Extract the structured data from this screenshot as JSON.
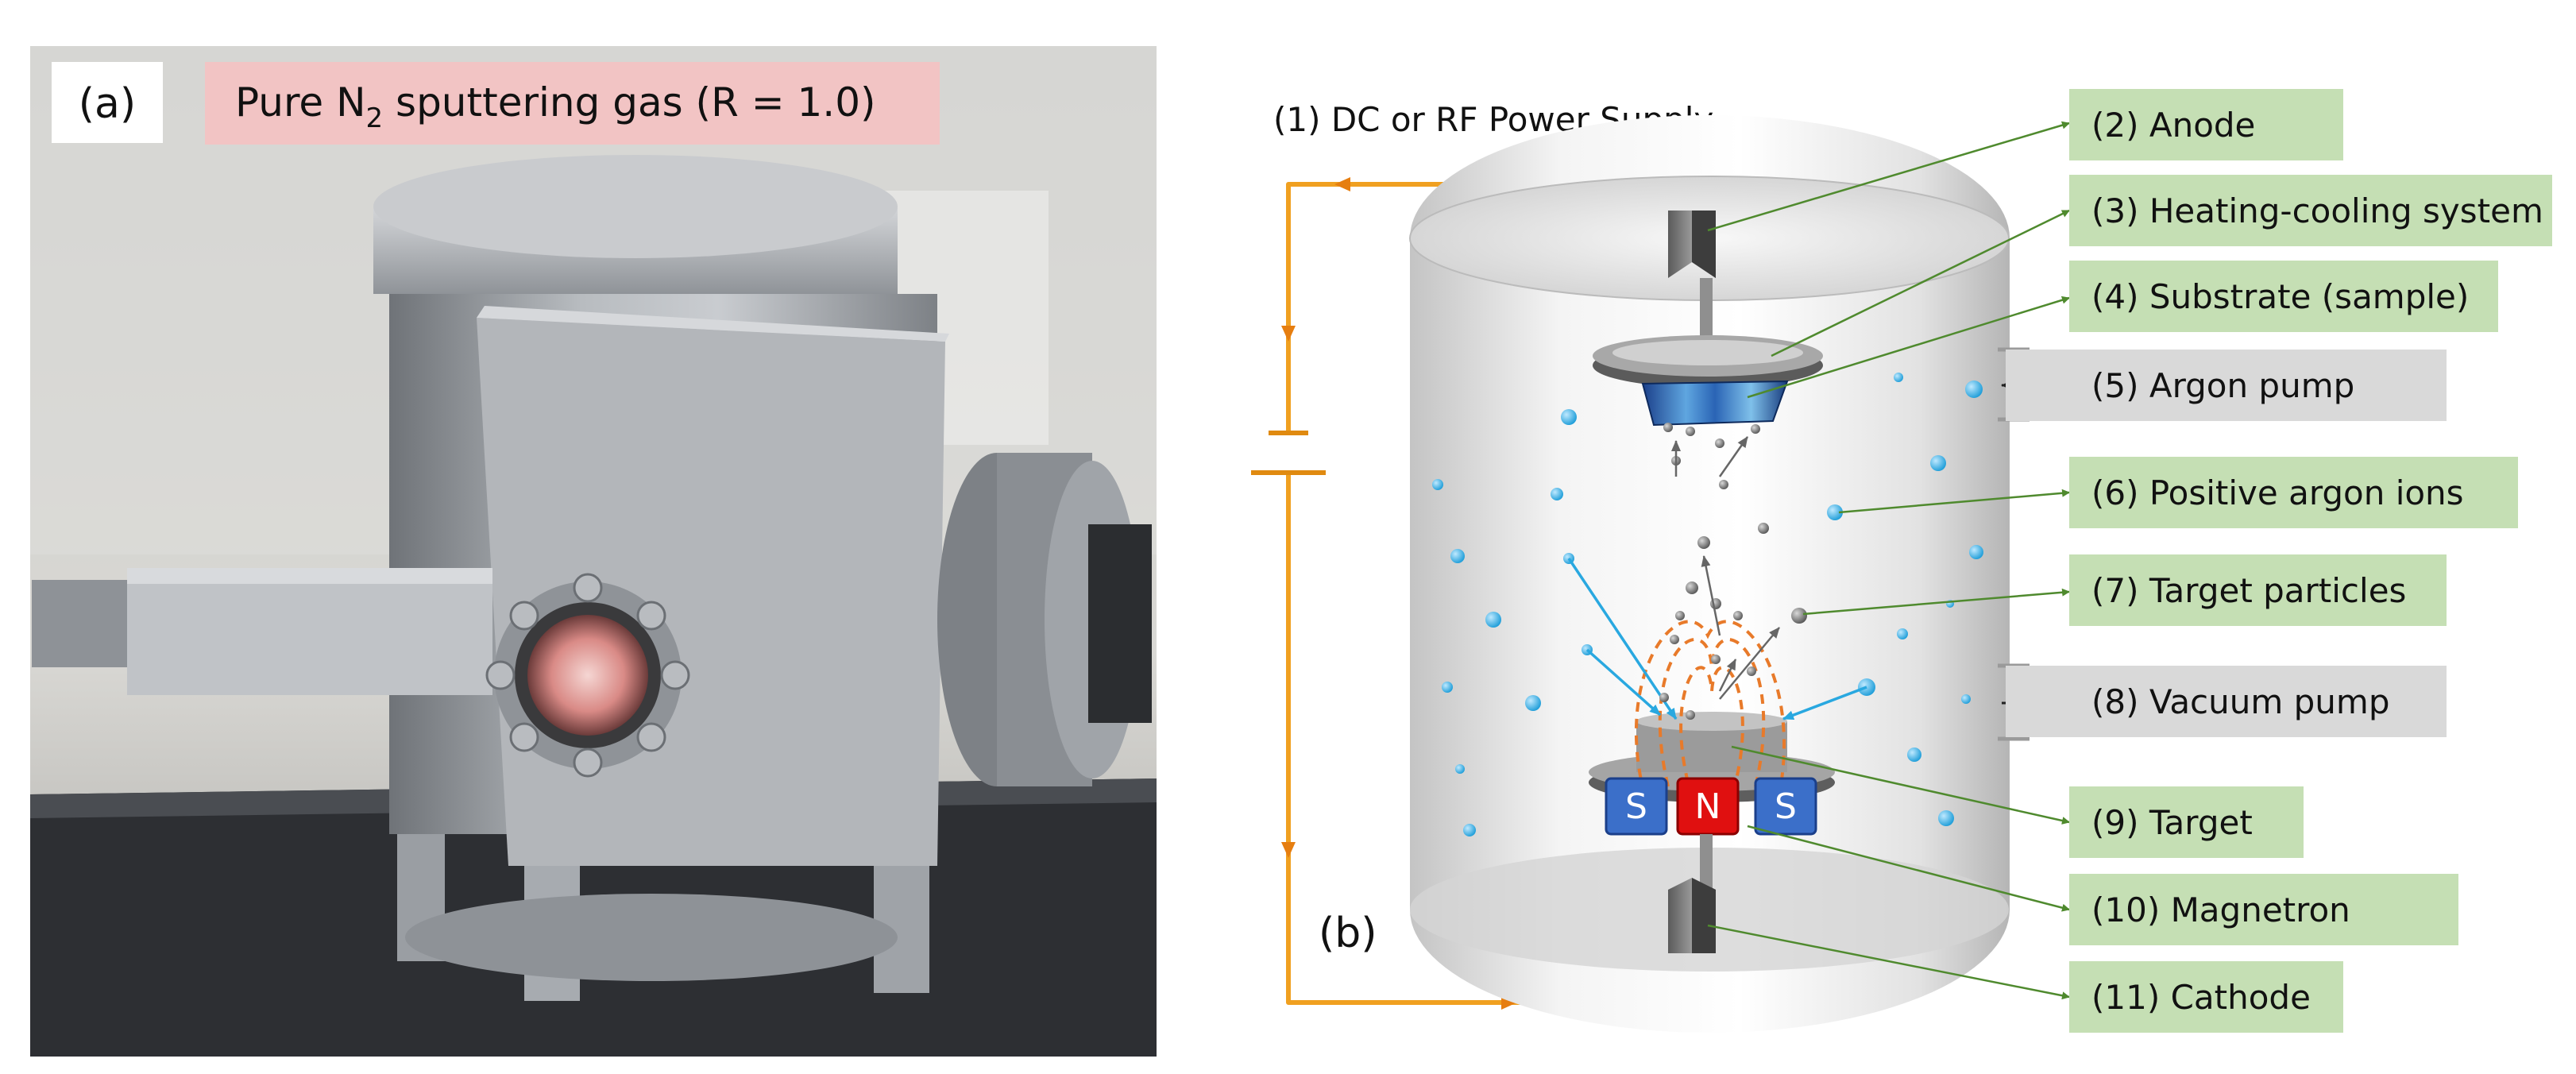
{
  "panel_a": {
    "tag": "(a)",
    "caption": {
      "prefix": "Pure N",
      "subscript": "2",
      "suffix": " sputtering gas (R = 1.0)"
    },
    "caption_color": "#f2c4c4"
  },
  "panel_b": {
    "tag": "(b)",
    "power_supply_label": "(1) DC or RF Power Supply",
    "callouts": [
      {
        "id": "anode",
        "text": "(2) Anode",
        "fill": "#c5dfb4"
      },
      {
        "id": "heating",
        "text": "(3) Heating-cooling system",
        "fill": "#c5dfb4"
      },
      {
        "id": "substrate",
        "text": "(4) Substrate (sample)",
        "fill": "#c5dfb4"
      },
      {
        "id": "argon-pump",
        "text": "(5) Argon pump",
        "fill": "#d9d9d9"
      },
      {
        "id": "ions",
        "text": "(6) Positive argon ions",
        "fill": "#c5dfb4"
      },
      {
        "id": "particles",
        "text": "(7) Target particles",
        "fill": "#c5dfb4"
      },
      {
        "id": "vacuum-pump",
        "text": "(8) Vacuum pump",
        "fill": "#d9d9d9"
      },
      {
        "id": "target",
        "text": "(9) Target",
        "fill": "#c5dfb4"
      },
      {
        "id": "magnetron",
        "text": "(10) Magnetron",
        "fill": "#c5dfb4"
      },
      {
        "id": "cathode",
        "text": "(11) Cathode",
        "fill": "#c5dfb4"
      }
    ],
    "magnets": [
      {
        "letter": "S",
        "color": "#3b6fc9"
      },
      {
        "letter": "N",
        "color": "#e01010"
      },
      {
        "letter": "S",
        "color": "#3b6fc9"
      }
    ],
    "leader_color": "#4f8a2e",
    "circuit_color": "#f0a020",
    "ion_color": "#29a8e0",
    "field_line_color": "#e87a2a"
  }
}
